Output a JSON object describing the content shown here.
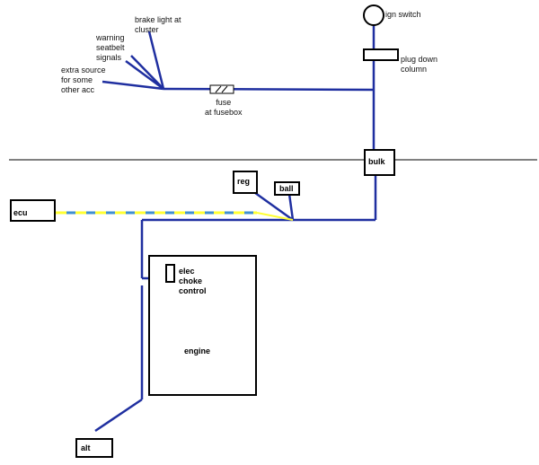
{
  "colors": {
    "wire": "#1f2fa0",
    "outline": "#000000",
    "signal_yellow": "#ffff33",
    "signal_blue": "#3f8fd0",
    "background": "#ffffff"
  },
  "labels": {
    "ign_switch": "ign switch",
    "plug_down_column": "plug down\ncolumn",
    "brake_light": "brake light at\ncluster",
    "warning_seatbelt": "warning\nseatbelt\nsignals",
    "extra_source": "extra source\nfor some\nother acc",
    "fuse": "fuse\nat fusebox",
    "bulk": "bulk",
    "reg": "reg",
    "ball": "ball",
    "ecu": "ecu",
    "elec_choke": "elec\nchoke\ncontrol",
    "engine": "engine",
    "alt": "alt"
  }
}
